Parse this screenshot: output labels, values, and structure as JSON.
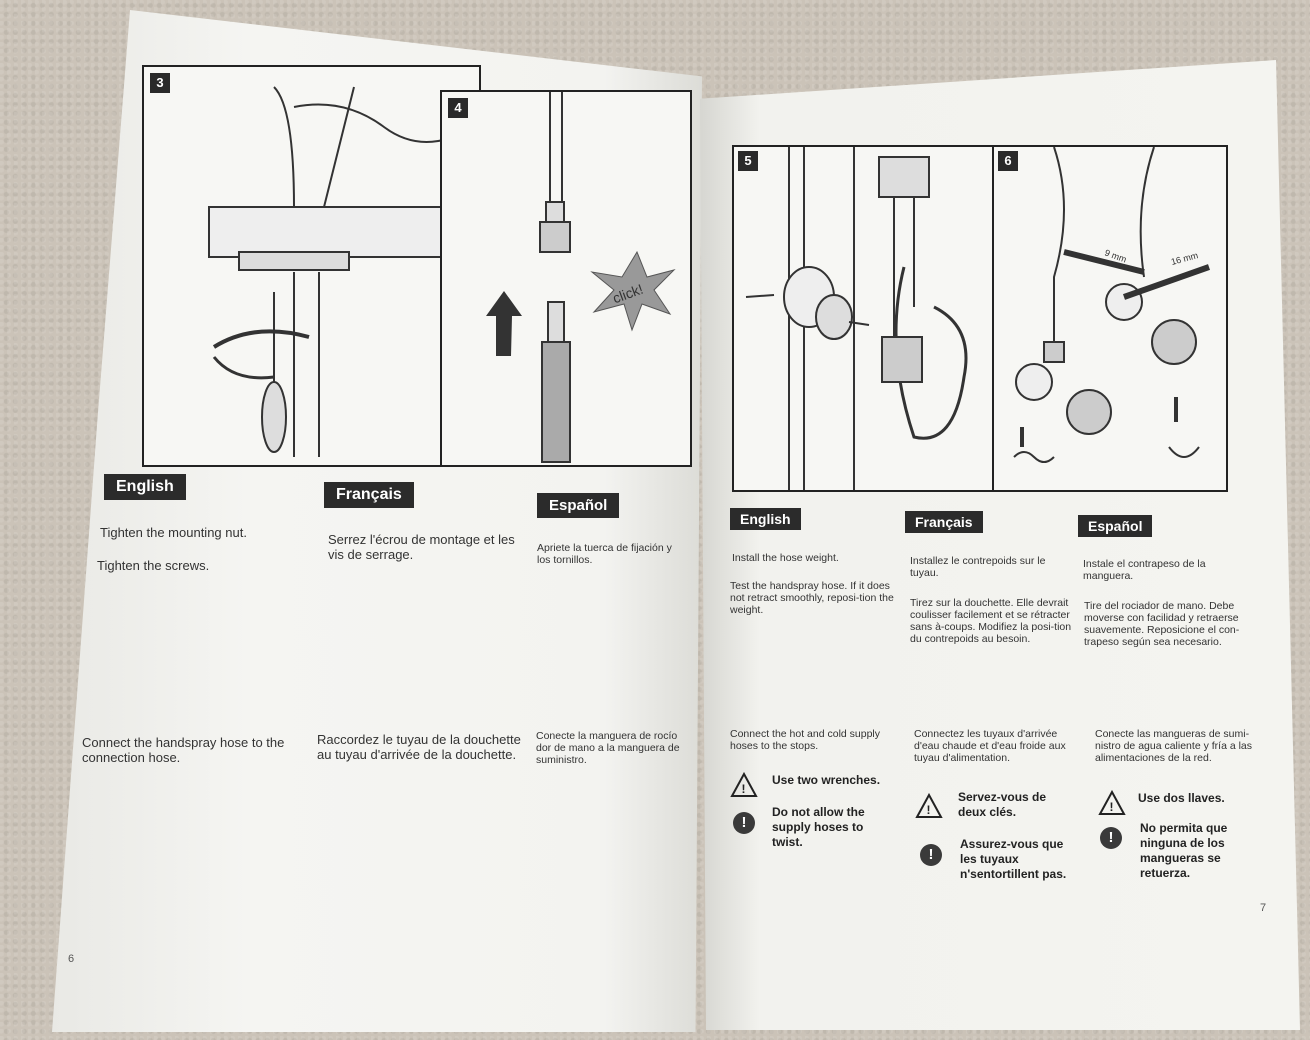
{
  "left_page": {
    "page_number": "6",
    "figures": [
      {
        "number": "3"
      },
      {
        "number": "4",
        "click_label": "click!"
      }
    ],
    "languages": [
      "English",
      "Français",
      "Español"
    ],
    "en": {
      "step1": "Tighten the mounting nut.",
      "step2": "Tighten the screws.",
      "step3": "Connect the handspray hose to the connection hose."
    },
    "fr": {
      "step1": "Serrez l'écrou de montage et les vis de serrage.",
      "step3": "Raccordez le tuyau de la douchette au tuyau d'arrivée de la douchette."
    },
    "es": {
      "step1": "Apriete la tuerca de fijación y los tornillos.",
      "step3": "Conecte la manguera de rocío dor de mano a la manguera de suministro."
    }
  },
  "right_page": {
    "page_number": "7",
    "figures": [
      {
        "number": "5"
      },
      {
        "number": "6",
        "label_9mm": "9 mm",
        "label_16mm": "16 mm"
      }
    ],
    "languages": [
      "English",
      "Français",
      "Español"
    ],
    "en": {
      "step1": "Install the hose weight.",
      "step2": "Test the handspray hose. If it does not retract smoothly, reposi-tion the weight.",
      "step3": "Connect the hot and cold supply hoses to the stops.",
      "warn1": "Use two wrenches.",
      "warn2": "Do not allow the supply hoses to twist."
    },
    "fr": {
      "step1": "Installez le contrepoids sur le tuyau.",
      "step2": "Tirez sur la douchette. Elle devrait coulisser facilement et se rétracter sans à-coups. Modifiez la posi-tion du contrepoids au besoin.",
      "step3": "Connectez les tuyaux d'arrivée d'eau chaude et d'eau froide aux tuyau d'alimentation.",
      "warn1": "Servez-vous de deux clés.",
      "warn2": "Assurez-vous que les tuyaux n'sentortillent pas."
    },
    "es": {
      "step1": "Instale el contrapeso de la manguera.",
      "step2": "Tire del rociador de mano. Debe moverse con facilidad y retraerse suavemente. Reposicione el con-trapeso según sea necesario.",
      "step3": "Conecte las mangueras de sumi-nistro de agua caliente y fría a las alimentaciones de la red.",
      "warn1": "Use dos llaves.",
      "warn2": "No permita que ninguna de los mangueras se retuerza."
    }
  }
}
